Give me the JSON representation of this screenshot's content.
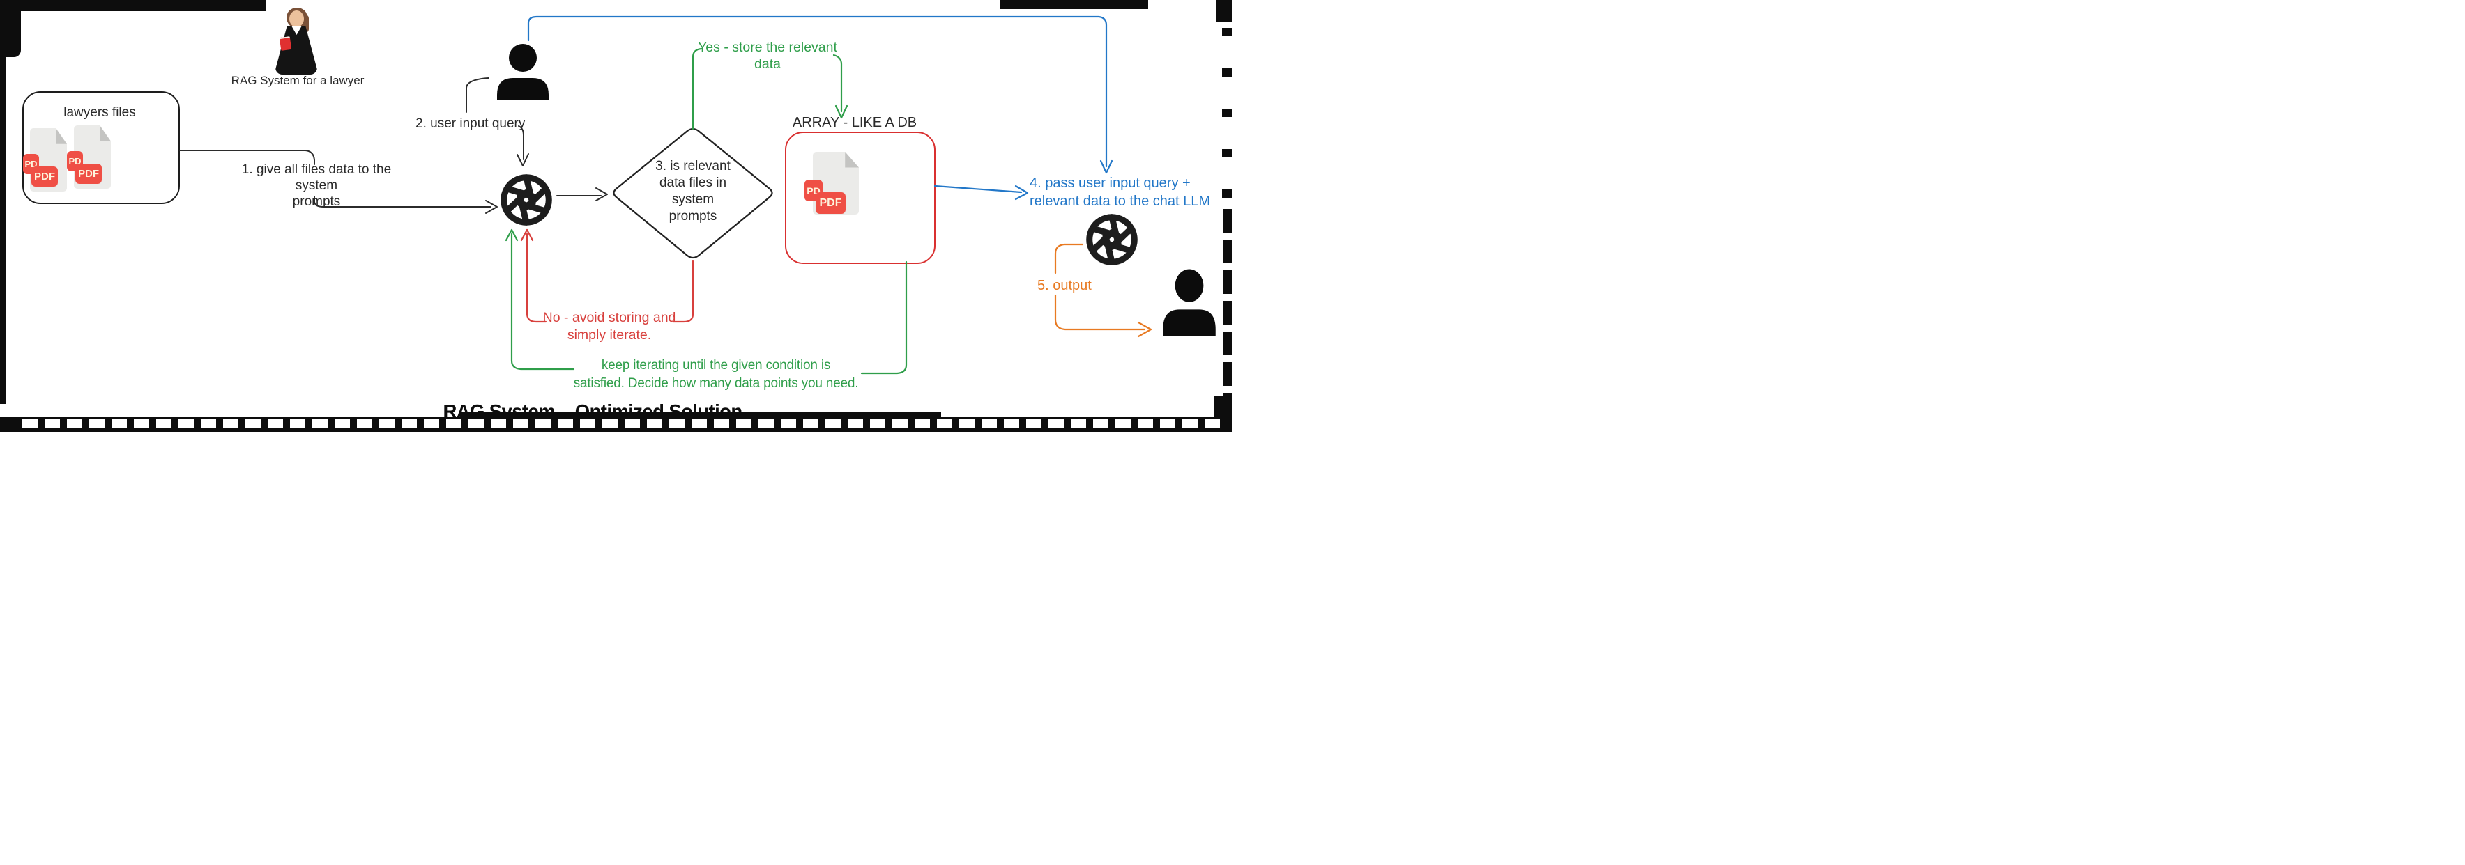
{
  "photo": {
    "caption": "RAG System for a lawyer"
  },
  "files_box": {
    "label": "lawyers files",
    "badges": [
      "PD",
      "PDF"
    ]
  },
  "array_box": {
    "label": "ARRAY - LIKE A DB",
    "badges": [
      "PD",
      "PDF"
    ]
  },
  "labels": {
    "step1": {
      "line1": "1. give all files data to the system",
      "line2": "prompts"
    },
    "step2": "2. user input query",
    "decision": {
      "line1": "3. is relevant",
      "line2": "data files in",
      "line3": "system",
      "line4": "prompts"
    },
    "yes": {
      "line1": "Yes - store the relevant",
      "line2": "data"
    },
    "no": {
      "line1": "No - avoid storing and",
      "line2": "simply iterate."
    },
    "iterate": {
      "line1": "keep iterating until the given condition is",
      "line2": "satisfied. Decide how many data points you need."
    },
    "step4": {
      "line1": "4. pass user input query +",
      "line2": "relevant data to the chat LLM"
    },
    "step5": "5. output"
  },
  "footer": {
    "title": "RAG System – Optimized Solution"
  },
  "colors": {
    "green": "#2f9e4a",
    "red": "#d8403d",
    "box_red": "#d93030",
    "blue": "#2277c8",
    "orange": "#e87a22",
    "black": "#1d1d1d",
    "badge_red": "#ef4f45",
    "doc_gray": "#ebebe9"
  },
  "icons": {
    "llm": "openai-flower-logo",
    "user": "person-silhouette",
    "file": "pdf-document"
  }
}
